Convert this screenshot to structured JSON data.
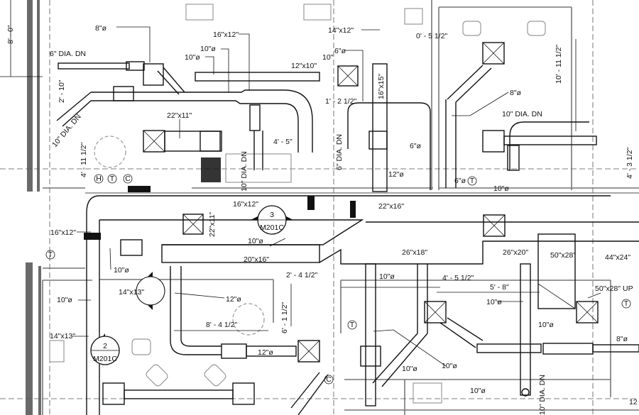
{
  "drawing": {
    "type": "HVAC ductwork floor plan",
    "colors": {
      "duct": "#111111",
      "architecture": "#777777",
      "background": "#ffffff"
    },
    "labels": [
      "8' - 0\"",
      "8\"ø",
      "6\" DIA. DN",
      "16\"x12\"",
      "10\"ø",
      "10\"ø",
      "12\"x10\"",
      "14\"x12\"",
      "6\"ø",
      "10\"",
      "16\"x15\"",
      "0' - 5 1/2\"",
      "10' - 11 1/2\"",
      "8\"ø",
      "10\" DIA. DN",
      "1' - 2 1/2\"",
      "2' - 10\"",
      "10\" DIA. DN",
      "22\"x11\"",
      "4' - 5\"",
      "4' - 11 1/2\"",
      "10\" DIA. DN",
      "6\" DIA. DN",
      "6\"ø",
      "12\"ø",
      "6\"ø",
      "10\"ø",
      "4' - 3 1/2\"",
      "16\"x12\"",
      "22\"x16\"",
      "22\"x11\"",
      "10\"ø",
      "16\"x12\"",
      "20\"x16\"",
      "26\"x18\"",
      "26\"x20\"",
      "50\"x28\"",
      "44\"x24\"",
      "10\"ø",
      "14\"x13\"",
      "10\"ø",
      "2' - 4 1/2\"",
      "10\"ø",
      "4' - 5 1/2\"",
      "5' - 8\"",
      "50\"x28\" UP",
      "12\"ø",
      "10\"ø",
      "8' - 4 1/2\"",
      "6' - 1 1/2\"",
      "10\"ø",
      "8\"ø",
      "14\"x13\"",
      "12\"ø",
      "10\"ø",
      "10\"ø",
      "10\"ø",
      "10\" DIA. DN",
      "12"
    ],
    "section_markers": [
      {
        "number": "3",
        "sheet": "M201C"
      },
      {
        "number": "2",
        "sheet": "M201C"
      }
    ],
    "device_tags": [
      "H",
      "T",
      "C",
      "T",
      "T",
      "T",
      "T",
      "C"
    ]
  }
}
